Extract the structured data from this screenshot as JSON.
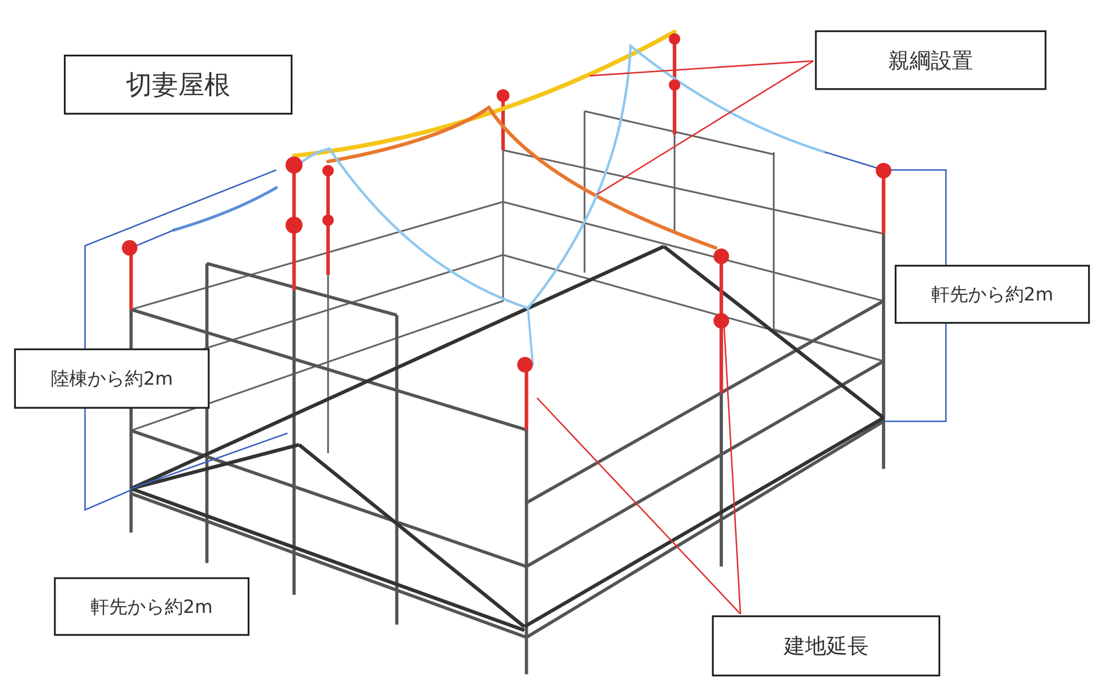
{
  "diagram": {
    "nodes": [
      {
        "text": [
          "切妻屋根"
        ]
      },
      {
        "text": [
          "親綱設置"
        ]
      },
      {
        "text": [
          "軒先から約2m"
        ]
      },
      {
        "text": [
          "陸棟から約2m"
        ]
      },
      {
        "text": [
          "軒先から約2m"
        ]
      },
      {
        "text": [
          "建地延長"
        ]
      }
    ]
  }
}
